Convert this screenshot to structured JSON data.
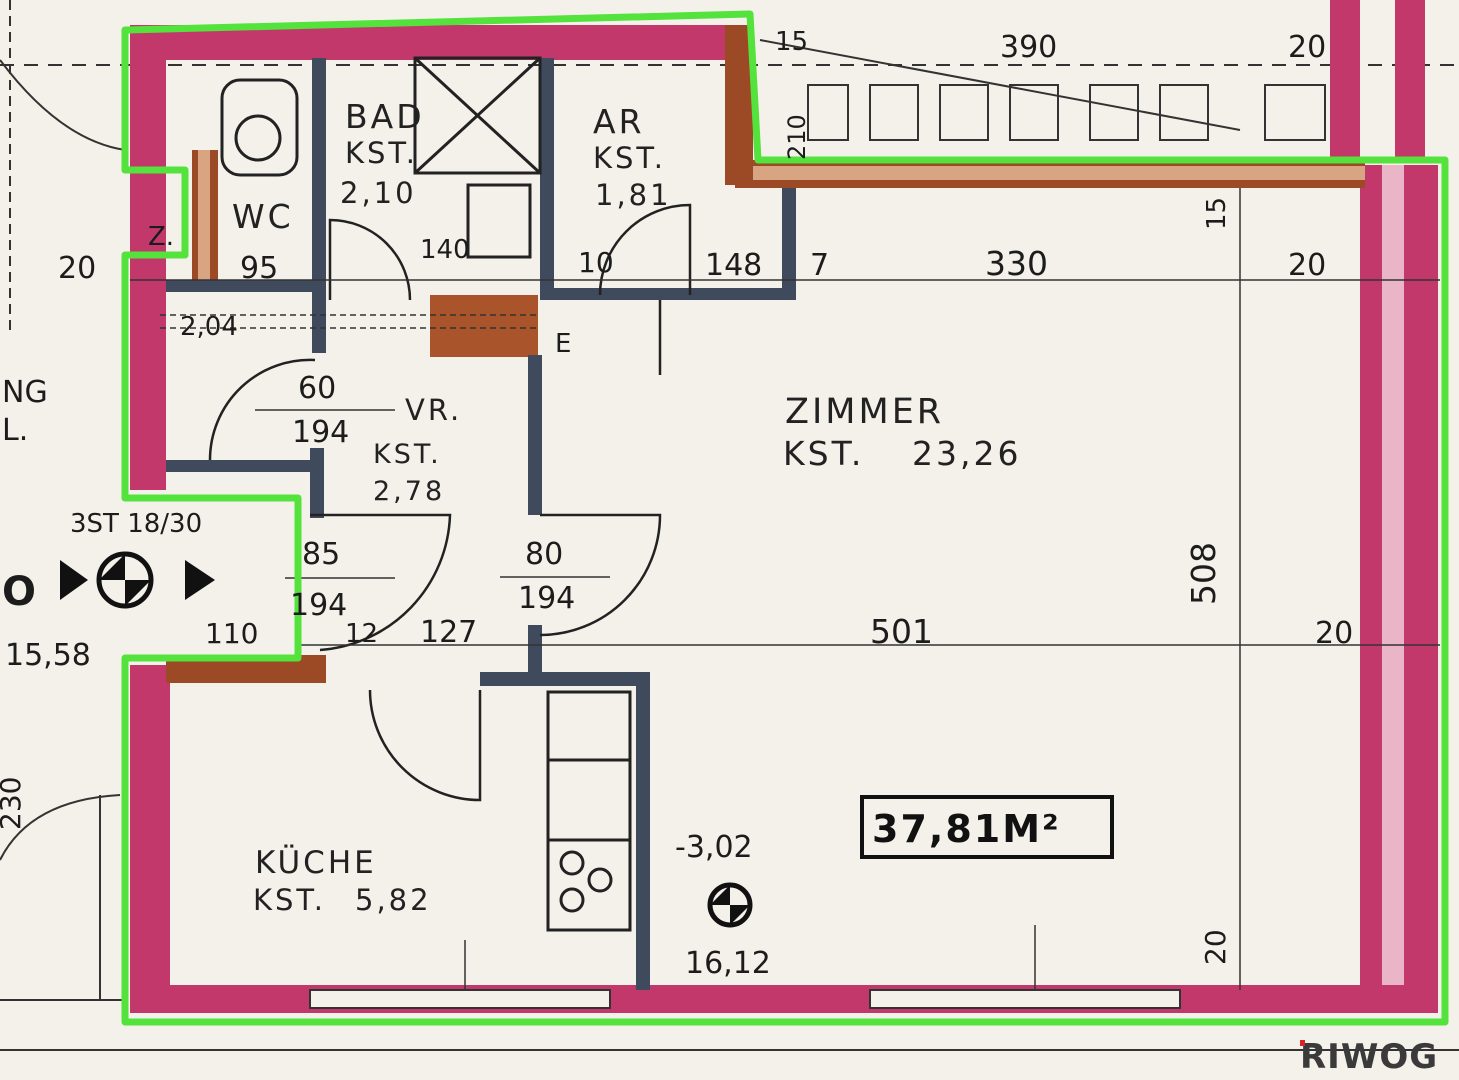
{
  "rooms": {
    "bad": {
      "name": "BAD",
      "kst": "KST.",
      "area": "2,10"
    },
    "ar": {
      "name": "AR",
      "kst": "KST.",
      "area": "1,81"
    },
    "wc": {
      "name": "WC"
    },
    "vr": {
      "name": "VR.",
      "kst": "KST.",
      "area": "2,78"
    },
    "zimmer": {
      "name": "ZIMMER",
      "kst": "KST.",
      "area": "23,26"
    },
    "kueche": {
      "name": "KÜCHE",
      "kst": "KST.",
      "area": "5,82"
    }
  },
  "total_area": "37,81M²",
  "dimensions": {
    "d390": "390",
    "d20a": "20",
    "d15a": "15",
    "d20b": "20",
    "d95": "95",
    "d204": "2,04",
    "d140": "140",
    "d10": "10",
    "d148": "148",
    "d7": "7",
    "d330": "330",
    "d20c": "20",
    "d15b": "15",
    "d60": "60",
    "d194a": "194",
    "d85": "85",
    "d194b": "194",
    "d80": "80",
    "d194c": "194",
    "d3st": "3ST 18/30",
    "d110": "110",
    "d1558": "15,58",
    "d12": "12",
    "d127": "127",
    "d501": "501",
    "d508": "508",
    "d20d": "20",
    "dm302": "-3,02",
    "d1612": "16,12",
    "d20e": "20",
    "dz": "Z.",
    "de": "E",
    "d230": "230",
    "dng": "NG",
    "dl": "L.",
    "do": "O",
    "d210": "210"
  },
  "logo": "RIWOG",
  "colors": {
    "outline": "#54e23c",
    "wall_exterior": "#c2386b",
    "wall_core": "#e9b5c7",
    "wall_brown": "#9c4a25",
    "wall_inner": "#3f4a5c",
    "paper": "#f4f1ea",
    "ink": "#1c1c1c"
  }
}
